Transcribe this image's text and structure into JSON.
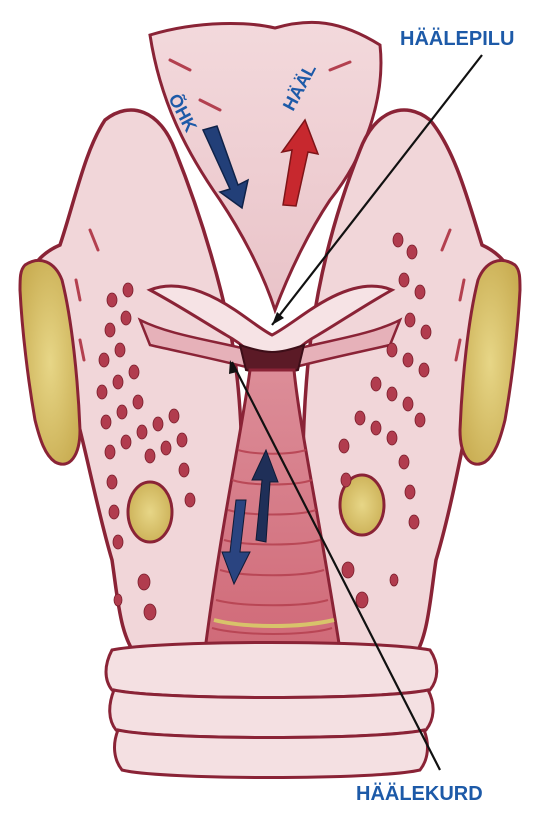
{
  "labels": {
    "top_right": "HÄÄLEPILU",
    "bottom_right": "HÄÄLEKURD",
    "air": "ÕHK",
    "voice": "HÄÄL"
  },
  "colors": {
    "label_blue": "#1d5aa8",
    "arrow_blue": "#223f78",
    "arrow_red": "#c7282e",
    "outline": "#8a2336",
    "tissue": "#efd0d3",
    "fat": "#d8c36a",
    "muscle": "#c7485a"
  }
}
